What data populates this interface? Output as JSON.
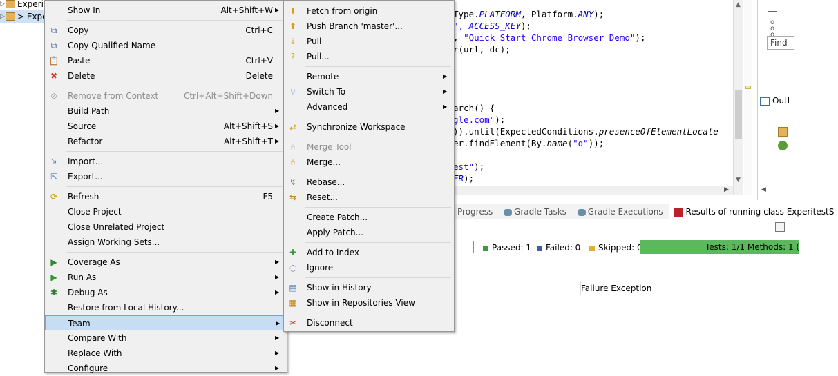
{
  "explorer": {
    "items": [
      {
        "label": "Experit"
      },
      {
        "label": "> Expe"
      }
    ]
  },
  "editor": {
    "lines": [
      {
        "pre": "Type.",
        "a": "PLATFORM",
        "b": ", Platform.",
        "c": "ANY",
        "d": ");"
      },
      {
        "pre": "\", ",
        "a": "ACCESS_KEY",
        "b": ");"
      },
      {
        "pre": ", ",
        "a": "\"Quick Start Chrome Browser Demo\"",
        "b": ");"
      },
      {
        "pre": "r(url, dc);"
      },
      {
        "pre": "arch() {"
      },
      {
        "pre": "gle.com\"",
        "a": ");"
      },
      {
        "pre": ")).until(ExpectedConditions.",
        "a": "presenceOfElementLocate"
      },
      {
        "pre": "er.findElement(By.",
        "a": "name",
        "b": "(",
        "c": "\"q\"",
        "d": "));"
      },
      {
        "pre": "est\"",
        "a": ");"
      },
      {
        "pre": "ER",
        "a": ");"
      }
    ]
  },
  "right_pane": {
    "find_label": "Find",
    "outline_label": "Outl"
  },
  "bottom_tabs": [
    {
      "label": "Progress"
    },
    {
      "label": "Gradle Tasks"
    },
    {
      "label": "Gradle Executions"
    },
    {
      "label": "Results of running class ExperitestS"
    }
  ],
  "junit": {
    "passed": "Passed: 1",
    "failed": "Failed: 0",
    "skipped": "Skipped: 0",
    "summary": "Tests: 1/1  Methods: 1 (",
    "failure_header": "Failure Exception"
  },
  "context_menu": {
    "items": [
      {
        "id": "show-in",
        "label": "Show In",
        "shortcut": "Alt+Shift+W",
        "submenu": true
      },
      {
        "id": "copy",
        "label": "Copy",
        "shortcut": "Ctrl+C",
        "icon": "copy-icon"
      },
      {
        "id": "copy-qualified-name",
        "label": "Copy Qualified Name",
        "icon": "copy-qualified-icon"
      },
      {
        "id": "paste",
        "label": "Paste",
        "shortcut": "Ctrl+V",
        "icon": "paste-icon"
      },
      {
        "id": "delete",
        "label": "Delete",
        "shortcut": "Delete",
        "icon": "delete-icon"
      },
      {
        "id": "remove-from-context",
        "label": "Remove from Context",
        "shortcut": "Ctrl+Alt+Shift+Down",
        "disabled": true,
        "icon": "remove-context-icon"
      },
      {
        "id": "build-path",
        "label": "Build Path",
        "submenu": true
      },
      {
        "id": "source",
        "label": "Source",
        "shortcut": "Alt+Shift+S",
        "submenu": true
      },
      {
        "id": "refactor",
        "label": "Refactor",
        "shortcut": "Alt+Shift+T",
        "submenu": true
      },
      {
        "id": "import",
        "label": "Import...",
        "icon": "import-icon"
      },
      {
        "id": "export",
        "label": "Export...",
        "icon": "export-icon"
      },
      {
        "id": "refresh",
        "label": "Refresh",
        "shortcut": "F5",
        "icon": "refresh-icon"
      },
      {
        "id": "close-project",
        "label": "Close Project"
      },
      {
        "id": "close-unrelated-project",
        "label": "Close Unrelated Project"
      },
      {
        "id": "assign-working-sets",
        "label": "Assign Working Sets..."
      },
      {
        "id": "coverage-as",
        "label": "Coverage As",
        "submenu": true,
        "icon": "coverage-icon"
      },
      {
        "id": "run-as",
        "label": "Run As",
        "submenu": true,
        "icon": "run-icon"
      },
      {
        "id": "debug-as",
        "label": "Debug As",
        "submenu": true,
        "icon": "debug-icon"
      },
      {
        "id": "restore-local-history",
        "label": "Restore from Local History..."
      },
      {
        "id": "team",
        "label": "Team",
        "submenu": true,
        "highlighted": true
      },
      {
        "id": "compare-with",
        "label": "Compare With",
        "submenu": true
      },
      {
        "id": "replace-with",
        "label": "Replace With",
        "submenu": true
      },
      {
        "id": "configure",
        "label": "Configure",
        "submenu": true
      }
    ]
  },
  "team_submenu": {
    "items": [
      {
        "id": "fetch-from-origin",
        "label": "Fetch from origin",
        "icon": "fetch-icon"
      },
      {
        "id": "push-branch",
        "label": "Push Branch 'master'...",
        "icon": "push-icon"
      },
      {
        "id": "pull",
        "label": "Pull",
        "icon": "pull-icon"
      },
      {
        "id": "pull-dialog",
        "label": "Pull...",
        "icon": "pull-dialog-icon"
      },
      {
        "id": "remote",
        "label": "Remote",
        "submenu": true
      },
      {
        "id": "switch-to",
        "label": "Switch To",
        "submenu": true,
        "icon": "switch-branch-icon"
      },
      {
        "id": "advanced",
        "label": "Advanced",
        "submenu": true
      },
      {
        "id": "synchronize-workspace",
        "label": "Synchronize Workspace",
        "icon": "synchronize-icon"
      },
      {
        "id": "merge-tool",
        "label": "Merge Tool",
        "disabled": true,
        "icon": "merge-tool-icon"
      },
      {
        "id": "merge",
        "label": "Merge...",
        "icon": "merge-icon"
      },
      {
        "id": "rebase",
        "label": "Rebase...",
        "icon": "rebase-icon"
      },
      {
        "id": "reset",
        "label": "Reset...",
        "icon": "reset-icon"
      },
      {
        "id": "create-patch",
        "label": "Create Patch..."
      },
      {
        "id": "apply-patch",
        "label": "Apply Patch..."
      },
      {
        "id": "add-to-index",
        "label": "Add to Index",
        "icon": "add-index-icon"
      },
      {
        "id": "ignore",
        "label": "Ignore",
        "icon": "ignore-icon"
      },
      {
        "id": "show-in-history",
        "label": "Show in History",
        "icon": "history-icon"
      },
      {
        "id": "show-in-repositories-view",
        "label": "Show in Repositories View",
        "icon": "repositories-icon"
      },
      {
        "id": "disconnect",
        "label": "Disconnect",
        "icon": "disconnect-icon"
      }
    ]
  }
}
